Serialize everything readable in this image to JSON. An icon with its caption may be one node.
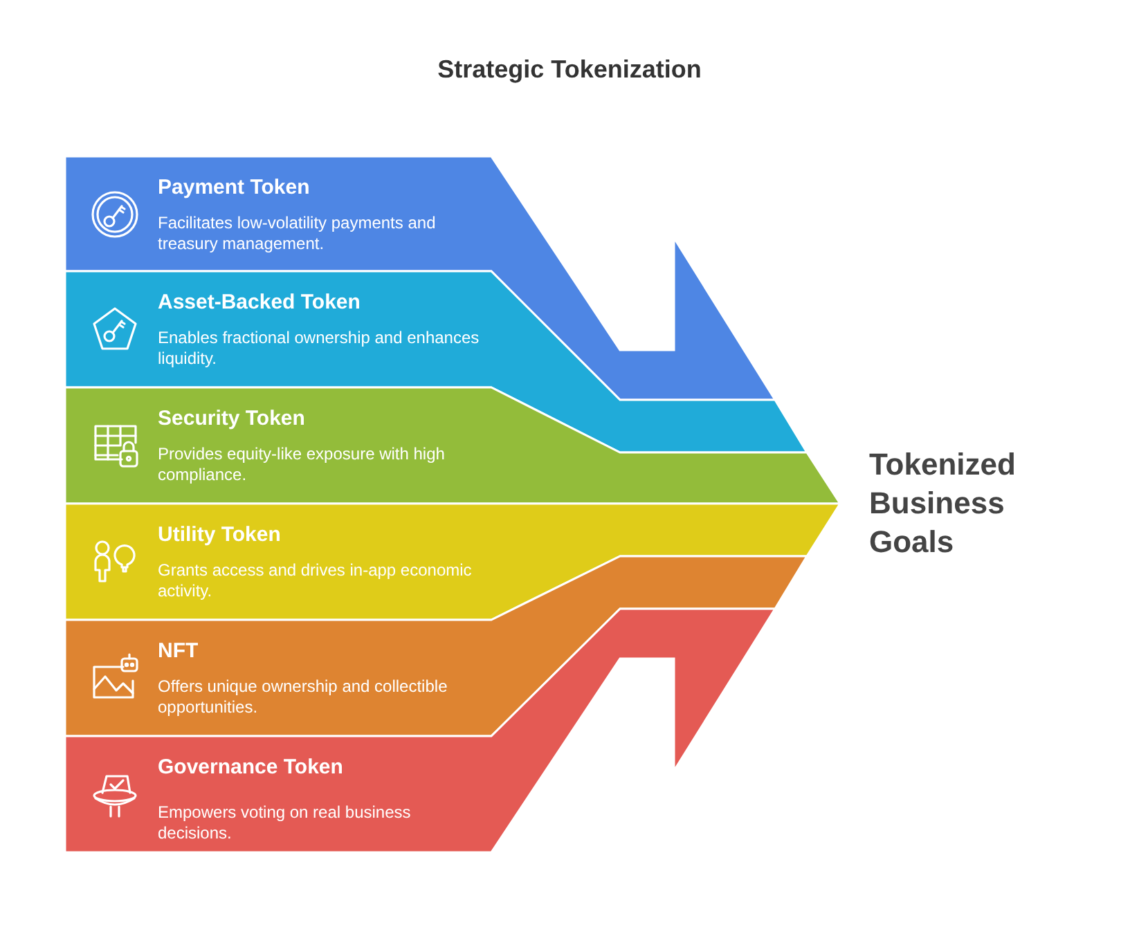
{
  "diagram": {
    "title": "Strategic Tokenization",
    "nodes": [
      {
        "text": [
          "Payment Token",
          "Facilitates low-volatility payments and treasury management."
        ]
      },
      {
        "text": [
          "Asset-Backed Token",
          "Enables fractional ownership and enhances liquidity."
        ]
      },
      {
        "text": [
          "Security Token",
          "Provides equity-like exposure with high compliance."
        ]
      },
      {
        "text": [
          "Utility Token",
          "Grants access and drives in-app economic activity."
        ]
      },
      {
        "text": [
          "NFT",
          "Offers unique ownership and collectible opportunities."
        ]
      },
      {
        "text": [
          "Governance Token",
          "Empowers voting on real business decisions."
        ]
      }
    ],
    "labels": [
      "Tokenized Business Goals"
    ]
  }
}
